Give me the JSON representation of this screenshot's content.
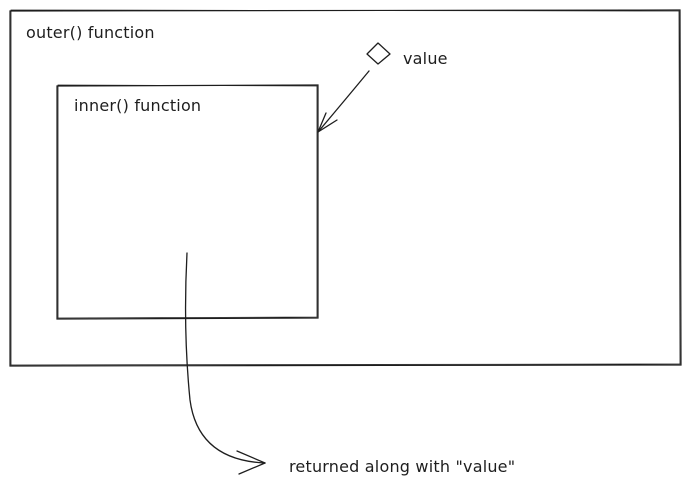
{
  "diagram": {
    "outer_box_label": "outer() function",
    "inner_box_label": "inner() function",
    "value_label": "value",
    "return_label": "returned along with \"value\""
  },
  "icons": {
    "value_marker": "diamond-icon",
    "arrows": [
      "arrow-icon",
      "arrow-icon"
    ]
  },
  "colors": {
    "stroke": "#1e1e1e",
    "background": "#ffffff"
  }
}
